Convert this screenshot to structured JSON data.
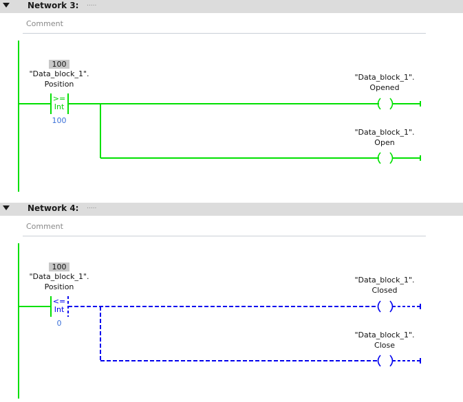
{
  "colors": {
    "energized": "#00e000",
    "de_energized": "#0000ee",
    "value_text": "#3a6fd8",
    "header_bg": "#dcdcdc"
  },
  "comment_placeholder": "Comment",
  "networks": [
    {
      "title": "Network 3:",
      "dots": ".....",
      "compare": {
        "top_value": "100",
        "tag_line1": "\"Data_block_1\".",
        "tag_line2": "Position",
        "operator": ">=",
        "type": "Int",
        "operand2": "100"
      },
      "coils": [
        {
          "line1": "\"Data_block_1\".",
          "line2": "Opened"
        },
        {
          "line1": "\"Data_block_1\".",
          "line2": "Open"
        }
      ],
      "state": "energized"
    },
    {
      "title": "Network 4:",
      "dots": ".....",
      "compare": {
        "top_value": "100",
        "tag_line1": "\"Data_block_1\".",
        "tag_line2": "Position",
        "operator": "<=",
        "type": "Int",
        "operand2": "0"
      },
      "coils": [
        {
          "line1": "\"Data_block_1\".",
          "line2": "Closed"
        },
        {
          "line1": "\"Data_block_1\".",
          "line2": "Close"
        }
      ],
      "state": "de_energized"
    }
  ]
}
